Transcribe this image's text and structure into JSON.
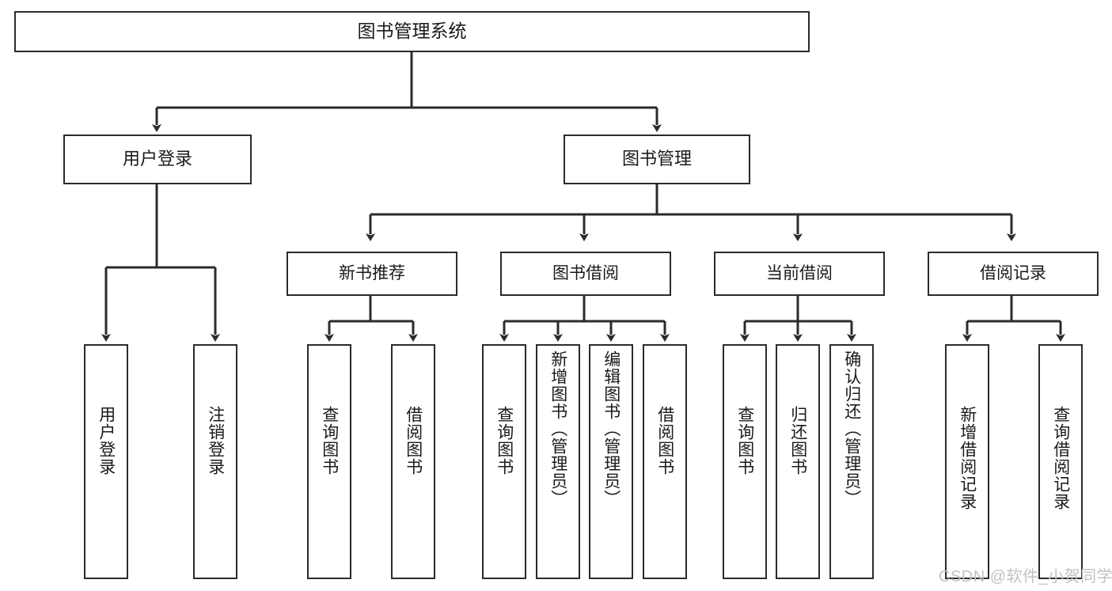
{
  "diagram": {
    "type": "tree-hierarchy",
    "title": "图书管理系统",
    "root": {
      "label": "图书管理系统"
    },
    "level2": [
      {
        "label": "用户登录"
      },
      {
        "label": "图书管理"
      }
    ],
    "level3": [
      {
        "label": "新书推荐"
      },
      {
        "label": "图书借阅"
      },
      {
        "label": "当前借阅"
      },
      {
        "label": "借阅记录"
      }
    ],
    "leaves": {
      "user_login": [
        {
          "label": "用户登录"
        },
        {
          "label": "注销登录"
        }
      ],
      "new_book_recommend": [
        {
          "label": "查询图书"
        },
        {
          "label": "借阅图书"
        }
      ],
      "book_borrow": [
        {
          "label": "查询图书"
        },
        {
          "label": "新增图书（管理员）"
        },
        {
          "label": "编辑图书（管理员）"
        },
        {
          "label": "借阅图书"
        }
      ],
      "current_borrow": [
        {
          "label": "查询图书"
        },
        {
          "label": "归还图书"
        },
        {
          "label": "确认归还（管理员）"
        }
      ],
      "borrow_record": [
        {
          "label": "新增借阅记录"
        },
        {
          "label": "查询借阅记录"
        }
      ]
    }
  },
  "watermark": {
    "text": "CSDN @软件_小贺同学"
  },
  "colors": {
    "stroke": "#2b2b2b",
    "background": "#ffffff",
    "text": "#1a1a1a",
    "watermark": "#c2c2c2"
  }
}
